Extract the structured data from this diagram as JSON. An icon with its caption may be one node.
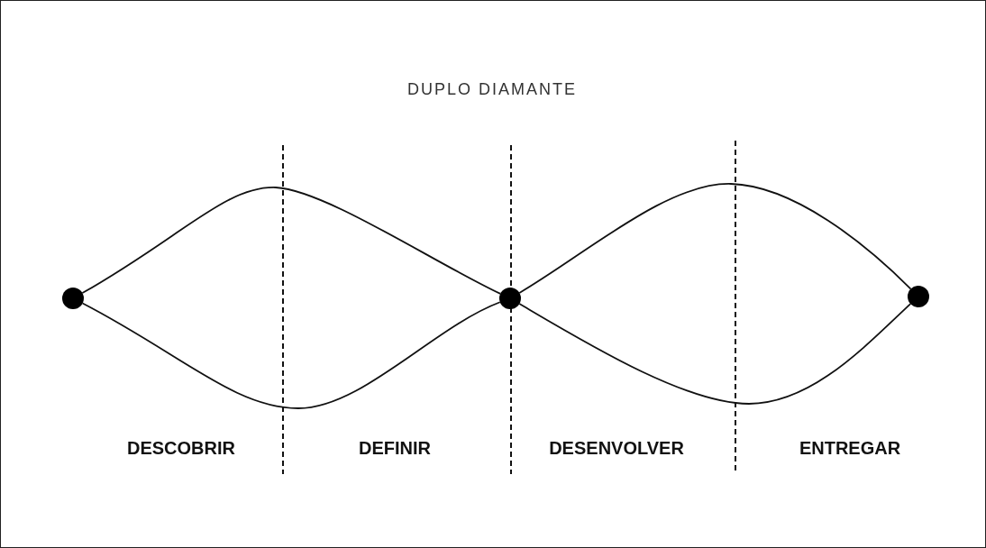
{
  "diagram": {
    "title": "DUPLO DIAMANTE",
    "nodes": [
      {
        "text": [],
        "shape": "circle"
      },
      {
        "text": [],
        "shape": "circle"
      },
      {
        "text": [],
        "shape": "circle"
      }
    ],
    "edges": [
      {
        "from": 0,
        "to": 1,
        "arrow": "none"
      },
      {
        "from": 0,
        "to": 1,
        "arrow": "none"
      },
      {
        "from": 1,
        "to": 2,
        "arrow": "none"
      },
      {
        "from": 1,
        "to": 2,
        "arrow": "none"
      }
    ],
    "labels": [
      "DESCOBRIR",
      "DEFINIR",
      "DESENVOLVER",
      "ENTREGAR"
    ]
  }
}
